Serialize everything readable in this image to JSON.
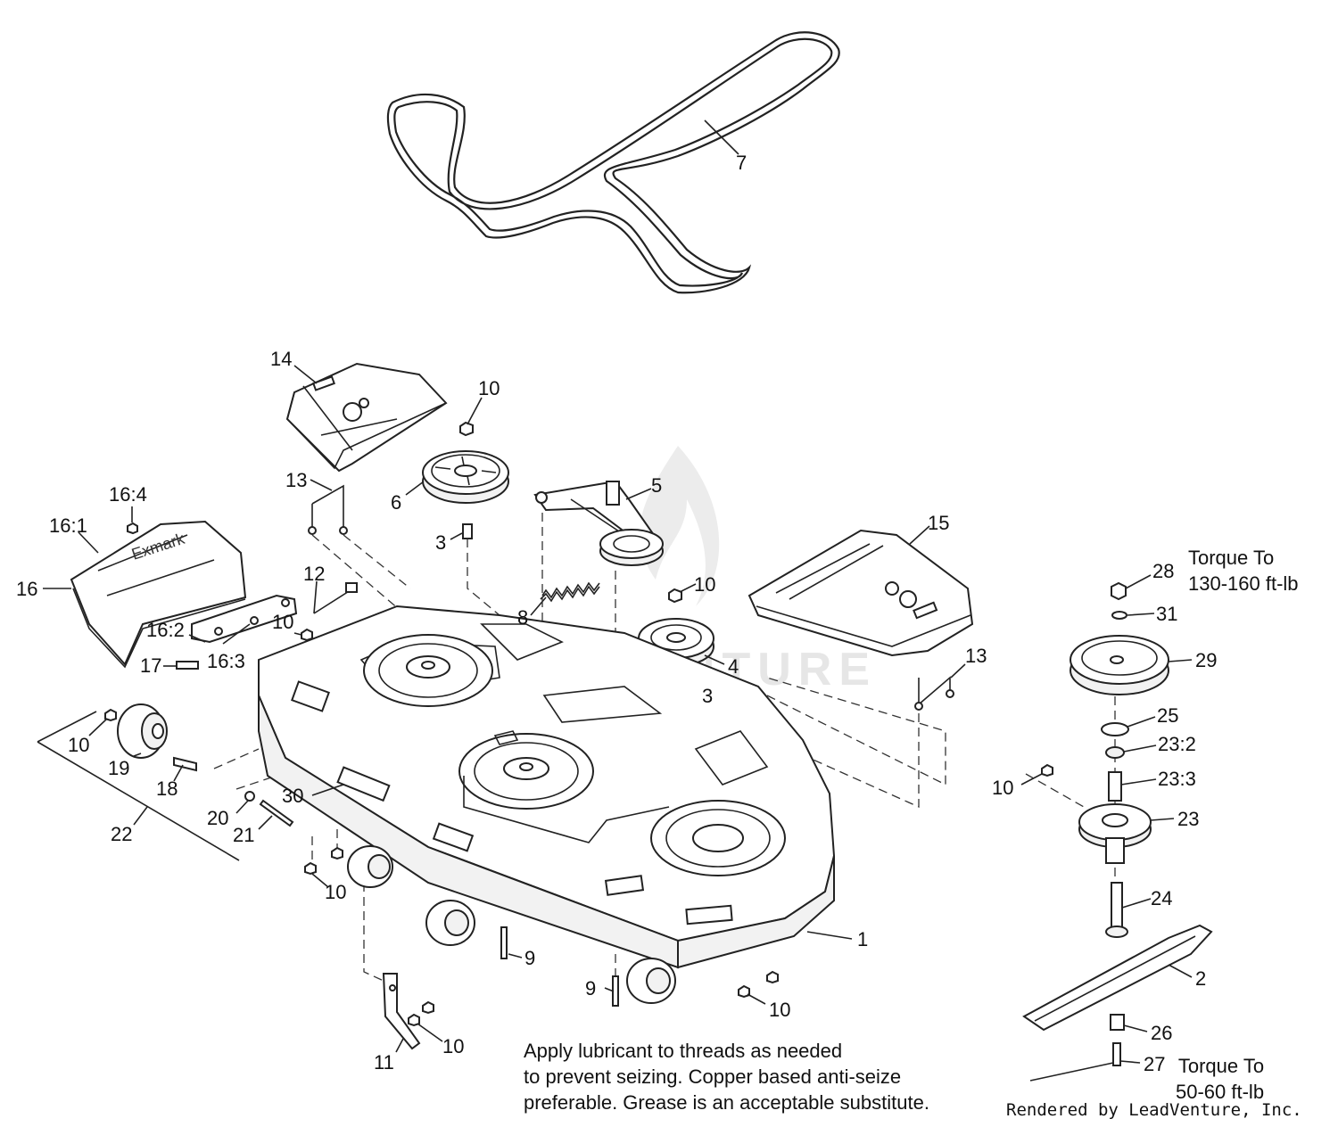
{
  "callouts": [
    {
      "id": "c7",
      "text": "7"
    },
    {
      "id": "c14",
      "text": "14"
    },
    {
      "id": "c10a",
      "text": "10"
    },
    {
      "id": "c13a",
      "text": "13"
    },
    {
      "id": "c6",
      "text": "6"
    },
    {
      "id": "c5",
      "text": "5"
    },
    {
      "id": "c164",
      "text": "16:4"
    },
    {
      "id": "c161",
      "text": "16:1"
    },
    {
      "id": "c16",
      "text": "16"
    },
    {
      "id": "c3a",
      "text": "3"
    },
    {
      "id": "c15",
      "text": "15"
    },
    {
      "id": "c12",
      "text": "12"
    },
    {
      "id": "c10b",
      "text": "10"
    },
    {
      "id": "c8",
      "text": "8"
    },
    {
      "id": "c10c",
      "text": "10"
    },
    {
      "id": "c162",
      "text": "16:2"
    },
    {
      "id": "c17",
      "text": "17"
    },
    {
      "id": "c163",
      "text": "16:3"
    },
    {
      "id": "c4",
      "text": "4"
    },
    {
      "id": "c13b",
      "text": "13"
    },
    {
      "id": "c3b",
      "text": "3"
    },
    {
      "id": "c10d",
      "text": "10"
    },
    {
      "id": "c19",
      "text": "19"
    },
    {
      "id": "c18",
      "text": "18"
    },
    {
      "id": "c30",
      "text": "30"
    },
    {
      "id": "c20",
      "text": "20"
    },
    {
      "id": "c21",
      "text": "21"
    },
    {
      "id": "c22",
      "text": "22"
    },
    {
      "id": "c10e",
      "text": "10"
    },
    {
      "id": "c1",
      "text": "1"
    },
    {
      "id": "c9a",
      "text": "9"
    },
    {
      "id": "c9b",
      "text": "9"
    },
    {
      "id": "c10f",
      "text": "10"
    },
    {
      "id": "c10g",
      "text": "10"
    },
    {
      "id": "c11",
      "text": "11"
    },
    {
      "id": "c28",
      "text": "28"
    },
    {
      "id": "c31",
      "text": "31"
    },
    {
      "id": "c29",
      "text": "29"
    },
    {
      "id": "c25",
      "text": "25"
    },
    {
      "id": "c232",
      "text": "23:2"
    },
    {
      "id": "c10h",
      "text": "10"
    },
    {
      "id": "c233",
      "text": "23:3"
    },
    {
      "id": "c23",
      "text": "23"
    },
    {
      "id": "c24",
      "text": "24"
    },
    {
      "id": "c2",
      "text": "2"
    },
    {
      "id": "c26",
      "text": "26"
    },
    {
      "id": "c27",
      "text": "27"
    }
  ],
  "torque_top": {
    "line1": "Torque To",
    "line2": "130-160 ft-lb"
  },
  "torque_bottom": {
    "line1": "Torque To",
    "line2": "50-60 ft-lb"
  },
  "note": {
    "line1": "Apply lubricant to threads as needed",
    "line2": "to prevent seizing. Copper based anti-seize",
    "line3": "preferable. Grease is an acceptable substitute."
  },
  "credit": "Rendered by LeadVenture, Inc.",
  "watermark": "LEADVENTURE"
}
